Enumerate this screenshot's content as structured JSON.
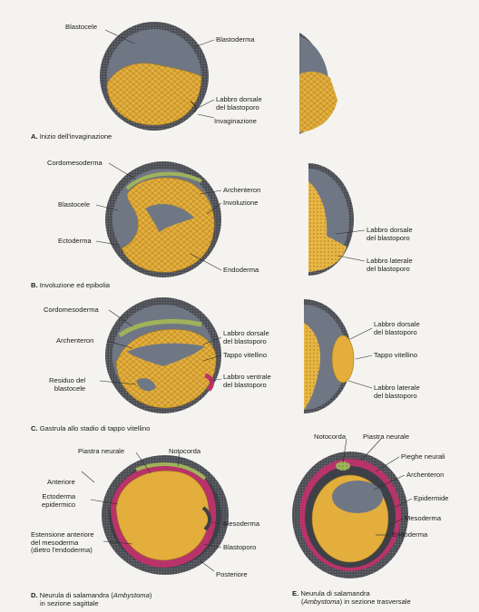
{
  "colors": {
    "background": "#f4f3ef",
    "yolk": "#e3ae3c",
    "cell_line": "#a0731c",
    "ectoderm_dark": "#4a4c52",
    "ectoderm_light": "#6b6e75",
    "cavity": "#6f7785",
    "mesoderm": "#b8336a",
    "notochord": "#9fb35a"
  },
  "panel_a": {
    "caption_letter": "A.",
    "caption_text": "Inizio dell'invaginazione",
    "labels": {
      "blastocele": "Blastocele",
      "blastoderma": "Blastoderma",
      "labbro_dorsale": "Labbro dorsale\ndel blastoporo",
      "invaginazione": "Invaginazione"
    }
  },
  "panel_b": {
    "caption_letter": "B.",
    "caption_text": "Involuzione ed epibolia",
    "labels": {
      "cordomesoderma": "Cordomesoderma",
      "archenteron": "Archenteron",
      "involuzione": "Involuzione",
      "blastocele": "Blastocele",
      "ectoderma": "Ectoderma",
      "endoderma": "Endoderma",
      "labbro_dorsale": "Labbro dorsale\ndel blastoporo",
      "labbro_laterale": "Labbro laterale\ndel blastoporo"
    }
  },
  "panel_c": {
    "caption_letter": "C.",
    "caption_text": "Gastrula allo stadio di tappo vitellino",
    "labels": {
      "cordomesoderma": "Cordomesoderma",
      "archenteron": "Archenteron",
      "residuo": "Residuo del\nblastocele",
      "labbro_dorsale": "Labbro dorsale\ndel blastoporo",
      "tappo": "Tappo vitellino",
      "labbro_ventrale": "Labbro ventrale\ndel blastoporo",
      "labbro_dorsale_r": "Labbro dorsale\ndel blastoporo",
      "tappo_r": "Tappo vitellino",
      "labbro_laterale_r": "Labbro laterale\ndel blastoporo"
    }
  },
  "panel_d": {
    "caption_letter": "D.",
    "caption_line1_pre": "Neurula di salamandra (",
    "caption_species": "Ambystoma",
    "caption_line1_post": ")",
    "caption_line2": "in sezione sagittale",
    "labels": {
      "piastra": "Piastra neurale",
      "notocorda": "Notocorda",
      "anteriore": "Anteriore",
      "ectoderma_epi": "Ectoderma\nepidermico",
      "mesoderma": "Mesoderma",
      "estensione": "Estensione anteriore\ndel mesoderma\n(dietro l'endoderma)",
      "blastoporo": "Blastoporo",
      "posteriore": "Posteriore"
    }
  },
  "panel_e": {
    "caption_letter": "E.",
    "caption_line1": "Neurula di salamandra",
    "caption_line2_pre": "(",
    "caption_species": "Ambystoma",
    "caption_line2_post": ") in sezione trasversale",
    "labels": {
      "notocorda": "Notocorda",
      "piastra": "Piastra neurale",
      "pieghe": "Pieghe neurali",
      "archenteron": "Archenteron",
      "epidermide": "Epidermide",
      "mesoderma": "Mesoderma",
      "endoderma": "Endoderma"
    }
  }
}
